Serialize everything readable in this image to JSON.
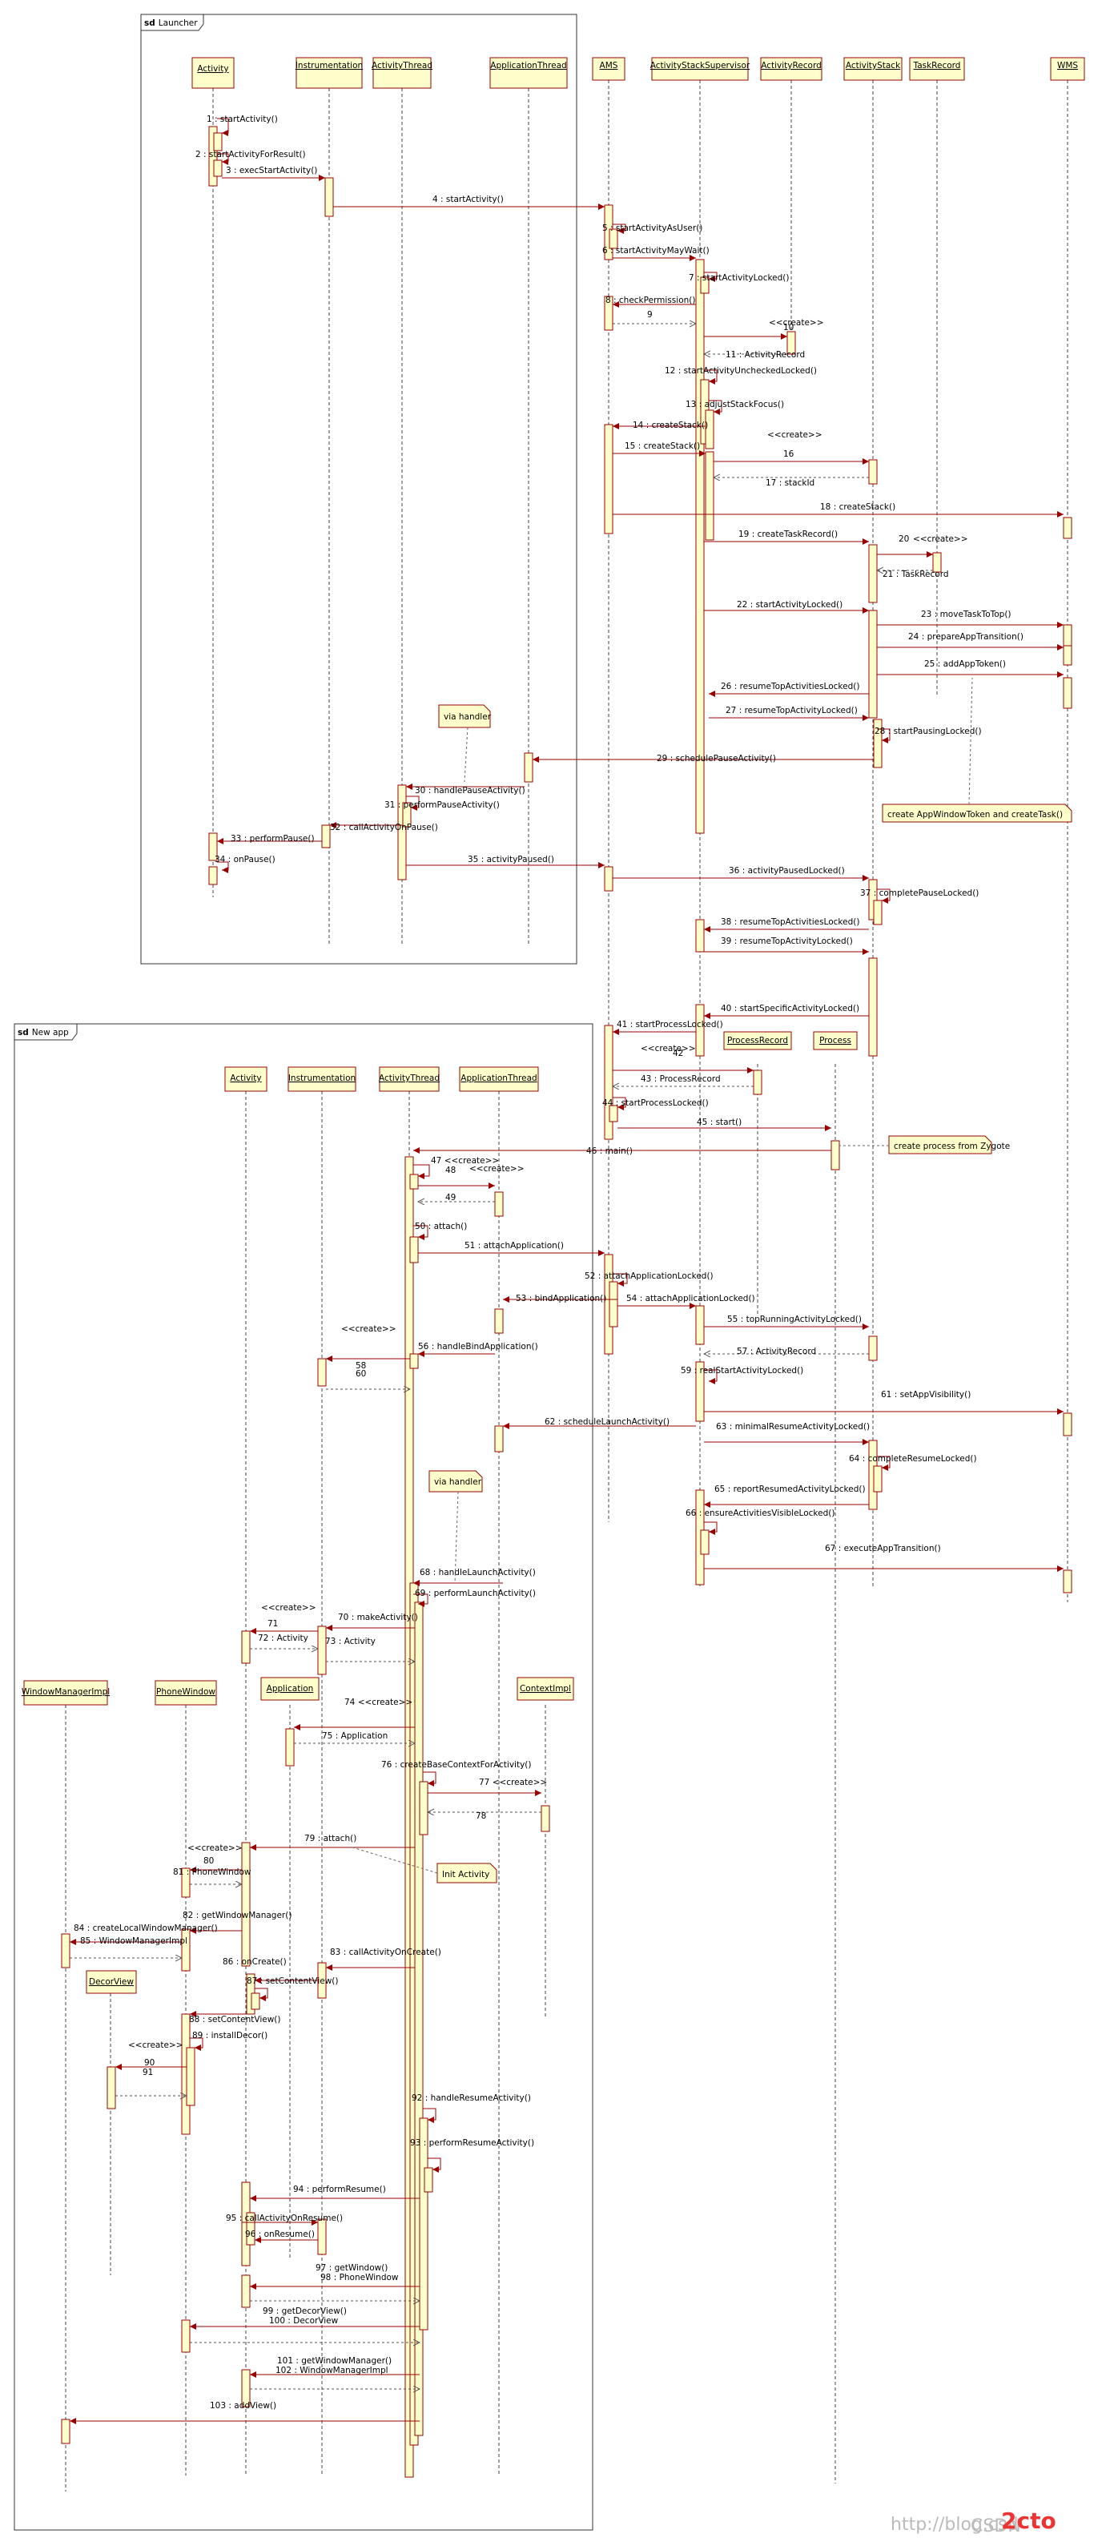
{
  "frames": {
    "launcher": {
      "tag": "sd",
      "label": "Launcher"
    },
    "new_app": {
      "tag": "sd",
      "label": "New app"
    }
  },
  "participants": {
    "activity_l": "Activity",
    "instrumentation_l": "Instrumentation",
    "activity_thread_l": "ActivityThread",
    "application_thread_l": "ApplicationThread",
    "ams": "AMS",
    "supervisor": "ActivityStackSupervisor",
    "activity_record": "ActivityRecord",
    "activity_stack": "ActivityStack",
    "task_record": "TaskRecord",
    "wms": "WMS",
    "process_record": "ProcessRecord",
    "process": "Process",
    "activity_n": "Activity",
    "instrumentation_n": "Instrumentation",
    "activity_thread_n": "ActivityThread",
    "application_thread_n": "ApplicationThread",
    "wmi": "WindowManagerImpl",
    "phone_window": "PhoneWindow",
    "application": "Application",
    "context_impl": "ContextImpl",
    "decor_view": "DecorView"
  },
  "notes": {
    "via_handler_1": "via handler",
    "create_token": "create AppWindowToken and createTask()",
    "create_process": "create process from Zygote",
    "via_handler_2": "via handler",
    "init_activity": "Init Activity"
  },
  "messages": [
    "1 : startActivity()",
    "2 : startActivityForResult()",
    "3 : execStartActivity()",
    "4 : startActivity()",
    "5 : startActivityAsUser()",
    "6 : startActivityMayWait()",
    "7 : startActivityLocked()",
    "8 : checkPermission()",
    "9",
    "<<create>>",
    "10",
    "11 : ActivityRecord",
    "12 : startActivityUncheckedLocked()",
    "13 : adjustStackFocus()",
    "14 : createStack()",
    "15 : createStack()",
    "<<create>>",
    "16",
    "17 : stackId",
    "18 : createStack()",
    "19 : createTaskRecord()",
    "20",
    "<<create>>",
    "21 : TaskRecord",
    "22 : startActivityLocked()",
    "23 : moveTaskToTop()",
    "24 : prepareAppTransition()",
    "25 : addAppToken()",
    "26 : resumeTopActivitiesLocked()",
    "27 : resumeTopActivityLocked()",
    "28 : startPausingLocked()",
    "29 : schedulePauseActivity()",
    "30 : handlePauseActivity()",
    "31 : performPauseActivity()",
    "32 : callActivityOnPause()",
    "33 : performPause()",
    "34 : onPause()",
    "35 : activityPaused()",
    "36 : activityPausedLocked()",
    "37 : completePauseLocked()",
    "38 : resumeTopActivitiesLocked()",
    "39 : resumeTopActivityLocked()",
    "40 : startSpecificActivityLocked()",
    "41 : startProcessLocked()",
    "<<create>>",
    "42",
    "43 : ProcessRecord",
    "44 : startProcessLocked()",
    "45 : start()",
    "46 : main()",
    "47 <<create>>",
    "48",
    "<<create>>",
    "49",
    "50 : attach()",
    "51 : attachApplication()",
    "52 : attachApplicationLocked()",
    "53 : bindApplication()",
    "54 : attachApplicationLocked()",
    "55 : topRunningActivityLocked()",
    "56 : handleBindApplication()",
    "<<create>>",
    "57 : ActivityRecord",
    "58",
    "60",
    "59 : realStartActivityLocked()",
    "61 : setAppVisibility()",
    "62 : scheduleLaunchActivity()",
    "63 : minimalResumeActivityLocked()",
    "64 : completeResumeLocked()",
    "65 : reportResumedActivityLocked()",
    "66 : ensureActivitiesVisibleLocked()",
    "67 : executeAppTransition()",
    "68 : handleLaunchActivity()",
    "69 : performLaunchActivity()",
    "<<create>>",
    "70 : makeActivity()",
    "71",
    "72 : Activity",
    "73 : Activity",
    "74 <<create>>",
    "75 : Application",
    "76 : createBaseContextForActivity()",
    "77 <<create>>",
    "78",
    "79 : attach()",
    "<<create>>",
    "80",
    "81 : PhoneWindow",
    "82 : getWindowManager()",
    "84 : createLocalWindowManager()",
    "85 : WindowManagerImpl",
    "83 : callActivityOnCreate()",
    "86 : onCreate()",
    "87 : setContentView()",
    "88 : setContentView()",
    "89 : installDecor()",
    "<<create>>",
    "90",
    "91",
    "92 : handleResumeActivity()",
    "93 : performResumeActivity()",
    "94 : performResume()",
    "95 : callActivityOnResume()",
    "96 : onResume()",
    "97 : getWindow()",
    "98 : PhoneWindow",
    "99 : getDecorView()",
    "100 : DecorView",
    "101 : getWindowManager()",
    "102 : WindowManagerImpl",
    "103 : addView()"
  ],
  "watermark": {
    "left": "http://blog.csd",
    "brand": "2cto",
    "sub": "CSDN"
  }
}
